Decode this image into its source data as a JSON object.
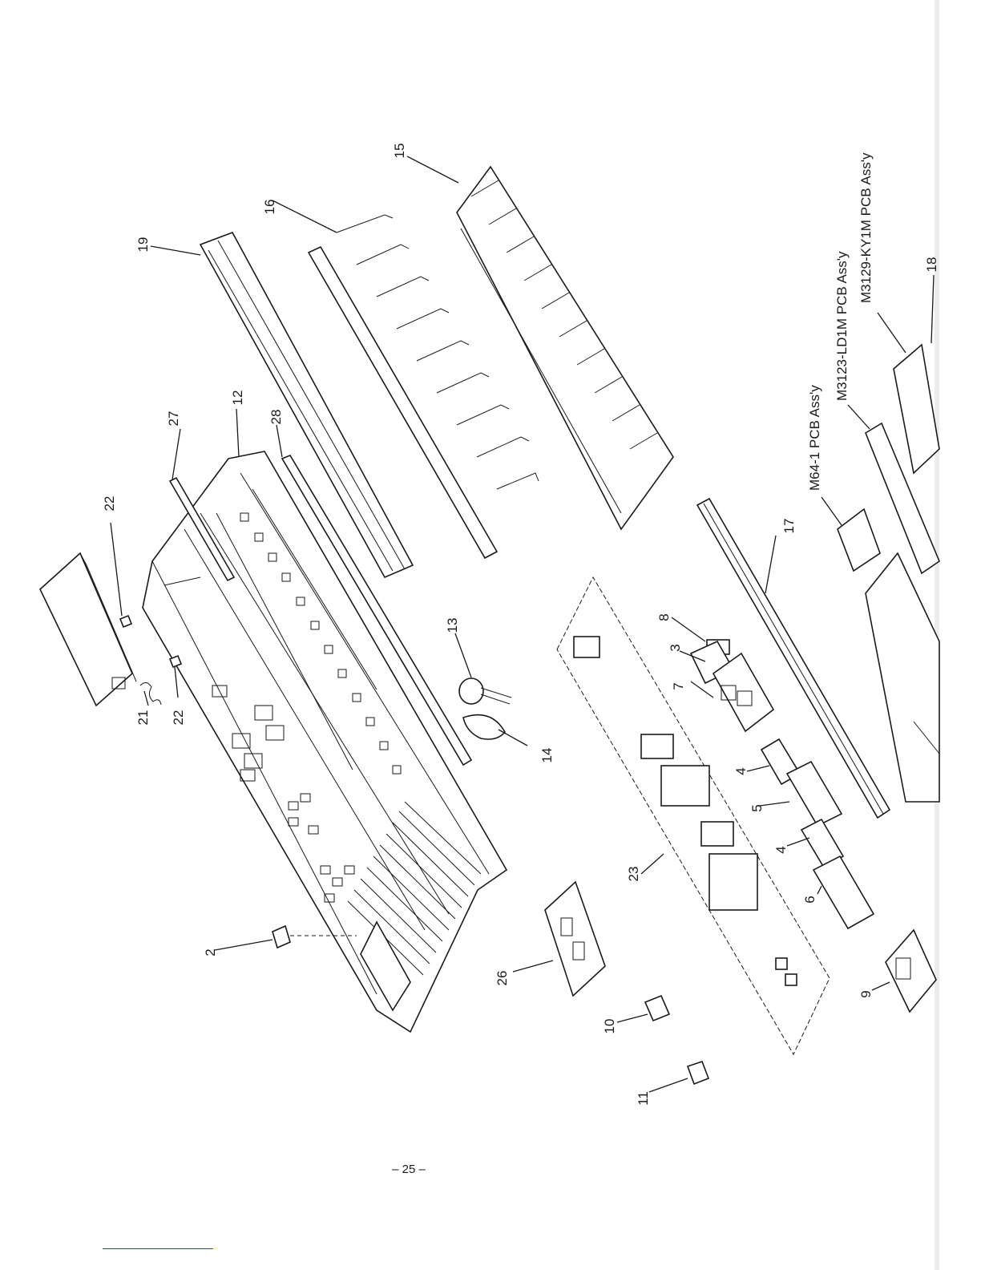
{
  "document": {
    "page_number": "– 25 –"
  },
  "diagram": {
    "part_labels": {
      "p2": "2",
      "p3": "3",
      "p4a": "4",
      "p4b": "4",
      "p5": "5",
      "p6": "6",
      "p7": "7",
      "p8": "8",
      "p9": "9",
      "p10": "10",
      "p11": "11",
      "p12": "12",
      "p13": "13",
      "p14": "14",
      "p15": "15",
      "p16": "16",
      "p17": "17",
      "p18": "18",
      "p19": "19",
      "p21": "21",
      "p22a": "22",
      "p22b": "22",
      "p23": "23",
      "p26": "26",
      "p27": "27",
      "p28": "28"
    },
    "pcb_labels": {
      "m64": "M64-1 PCB Ass'y",
      "m3123": "M3123-LD1M PCB Ass'y",
      "m3129": "M3129-KY1M PCB Ass'y"
    }
  }
}
